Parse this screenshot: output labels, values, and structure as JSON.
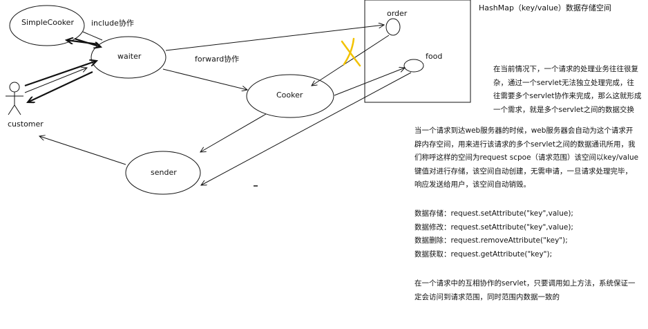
{
  "diagram": {
    "nodes": {
      "simple_cooker": "SimpleCooker",
      "waiter": "waiter",
      "cooker": "Cooker",
      "sender": "sender",
      "customer": "customer",
      "order": "order",
      "food": "food"
    },
    "edge_labels": {
      "include": "include协作",
      "forward": "forward协作"
    },
    "hashmap_title": "HashMap（key/value）数据存储空间"
  },
  "notes": {
    "situation_lines": [
      "在当前情况下，一个请求的处理业务往往很复",
      "杂，通过一个servlet无法独立处理完成，往",
      "往需要多个servlet协作来完成，那么这就形成",
      "一个需求，就是多个servlet之间的数据交换"
    ],
    "request_scope_lines": [
      "当一个请求到达web服务器的时候，web服务器会自动为这个请求开",
      "辟内存空间，用来进行该请求的多个servlet之间的数据通讯所用，我",
      "们称呼这样的空间为request scpoe（请求范围）该空间以key/value",
      "键值对进行存储，该空间自动创建，无需申请，一旦请求处理完毕，",
      "响应发送给用户，该空间自动销毁。"
    ],
    "api_lines": [
      "数据存储：request.setAttribute(\"key\",value);",
      "数据修改：request.setAttribute(\"key\",value);",
      "数据删除：request.removeAttribute(\"key\");",
      "数据获取：request.getAttribute(\"key\");"
    ],
    "conclusion_lines": [
      "在一个请求中的互相协作的servlet，只要调用如上方法，系统保证一",
      "定会访问到请求范围，同时范围内数据一致的"
    ]
  },
  "colors": {
    "stroke": "#111111",
    "cross_mark": "#f2c200"
  }
}
